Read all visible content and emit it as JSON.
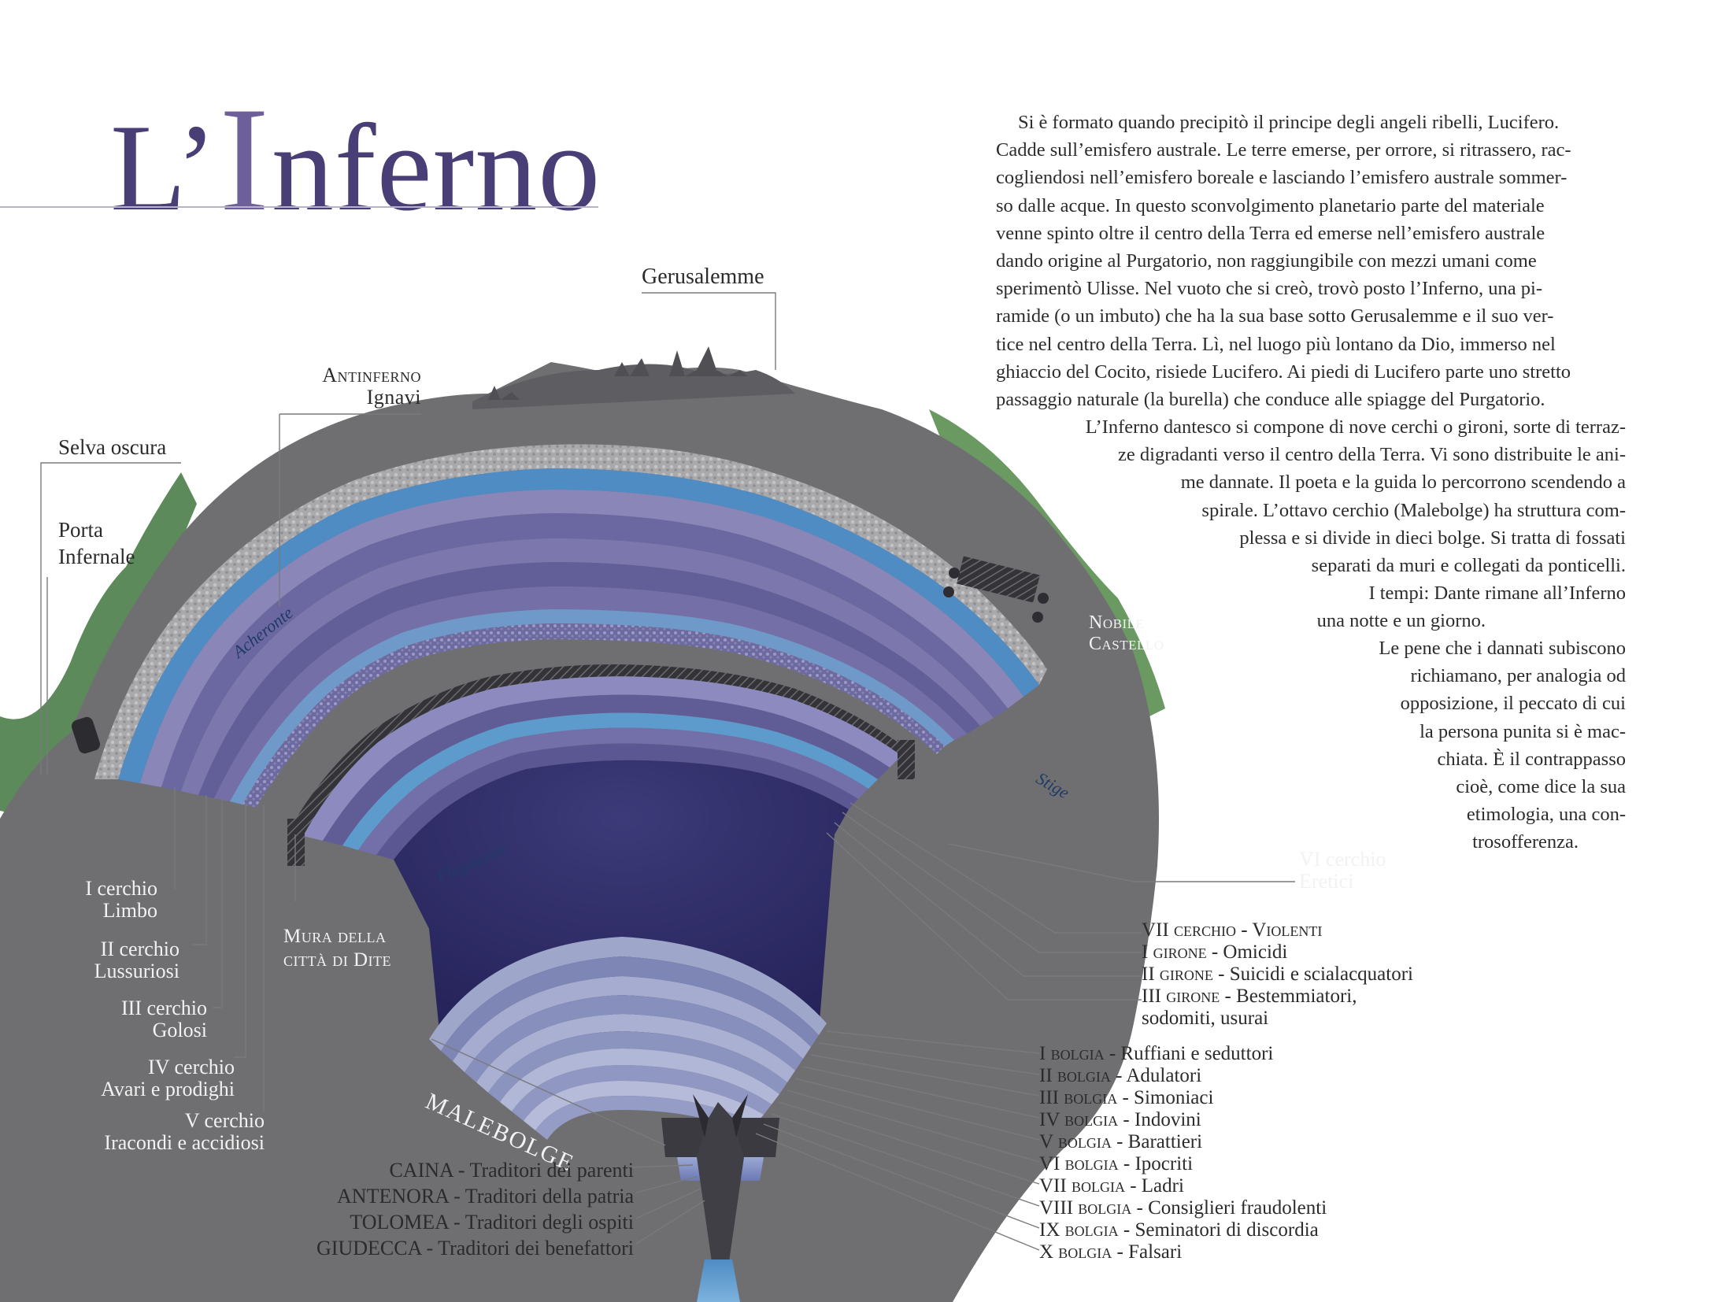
{
  "title": {
    "prefix": "L’",
    "initial": "I",
    "rest": "nferno"
  },
  "intro_lines": [
    "Si è formato quando precipitò il principe degli angeli ribelli, Lucifero.",
    "Cadde sull’emisfero australe. Le terre emerse, per orrore, si ritrassero, rac-",
    "cogliendosi nell’emisfero boreale e lasciando l’emisfero australe sommer-",
    "so dalle acque. In questo sconvolgimento planetario parte del materiale",
    "venne spinto oltre il centro della Terra ed emerse nell’emisfero australe",
    "dando origine al Purgatorio, non raggiungibile con mezzi umani come",
    "sperimentò Ulisse. Nel vuoto che si creò, trovò posto l’Inferno, una pi-",
    "ramide (o un imbuto) che ha la sua base sotto Gerusalemme e il suo ver-",
    "tice nel centro della Terra. Lì, nel luogo più lontano da Dio, immerso nel",
    "ghiaccio del Cocito, risiede Lucifero. Ai piedi di Lucifero parte uno stretto",
    "passaggio naturale (la burella) che conduce alle spiagge del Purgatorio."
  ],
  "second_lines": [
    "L’Inferno dantesco si compone di nove cerchi o gironi, sorte di terraz-",
    "ze digradanti verso il centro della Terra. Vi sono distribuite le ani-",
    "me dannate. Il poeta e la guida lo percorrono scendendo a",
    "spirale. L’ottavo cerchio (Malebolge) ha struttura com-",
    "plessa e si divide in dieci bolge. Si tratta di fossati",
    "separati da muri e collegati da ponticelli."
  ],
  "tempi_lines": [
    "I tempi: Dante rimane all’Inferno",
    "una notte e un giorno."
  ],
  "pene_lines": [
    "Le pene che i dannati subiscono",
    "richiamano, per analogia od",
    "opposizione, il peccato di cui",
    "la persona punita si è mac-",
    "chiata. È il contrappasso",
    "cioè, come dice la sua",
    "etimologia, una con-",
    "trosofferenza."
  ],
  "places": {
    "gerusalemme": "Gerusalemme",
    "antinferno": "Antinferno",
    "ignavi": "Ignavi",
    "selva": "Selva oscura",
    "porta_1": "Porta",
    "porta_2": "Infernale",
    "nobile_1": "Nobile",
    "nobile_2": "Castello",
    "mura_1": "Mura della",
    "mura_2": "città di Dite",
    "malebolge": "MALEBOLGE"
  },
  "rivers": {
    "acheronte": "Acheronte",
    "stige": "Stige",
    "flegetonte": "Flegetonte"
  },
  "circles_left": [
    {
      "name": "I cerchio",
      "sin": "Limbo"
    },
    {
      "name": "II cerchio",
      "sin": "Lussuriosi"
    },
    {
      "name": "III cerchio",
      "sin": "Golosi"
    },
    {
      "name": "IV cerchio",
      "sin": "Avari e prodighi"
    },
    {
      "name": "V cerchio",
      "sin": "Iracondi e accidiosi"
    }
  ],
  "circle6": {
    "name": "VI cerchio",
    "sin": "Eretici"
  },
  "circle7": {
    "title": "VII cerchio - Violenti",
    "gironi": [
      {
        "name": "I girone",
        "sin": " - Omicidi"
      },
      {
        "name": "II girone",
        "sin": " - Suicidi e scialacquatori"
      },
      {
        "name": "III girone",
        "sin": " - Bestemmiatori,"
      }
    ],
    "extra": "sodomiti, usurai"
  },
  "bolge": [
    {
      "name": "I bolgia",
      "sin": " - Ruffiani e seduttori"
    },
    {
      "name": "II bolgia",
      "sin": " - Adulatori"
    },
    {
      "name": "III bolgia",
      "sin": " - Simoniaci"
    },
    {
      "name": "IV bolgia",
      "sin": " - Indovini"
    },
    {
      "name": "V bolgia",
      "sin": " - Barattieri"
    },
    {
      "name": "VI bolgia",
      "sin": " - Ipocriti"
    },
    {
      "name": "VII bolgia",
      "sin": " - Ladri"
    },
    {
      "name": "VIII bolgia",
      "sin": " - Consiglieri fraudolenti"
    },
    {
      "name": "IX bolgia",
      "sin": " - Seminatori di discordia"
    },
    {
      "name": "X bolgia",
      "sin": " - Falsari"
    }
  ],
  "cocito": [
    {
      "zone": "CAINA",
      "sin": " - Traditori dei parenti"
    },
    {
      "zone": "ANTENORA",
      "sin": " - Traditori della patria"
    },
    {
      "zone": "TOLOMEA",
      "sin": " - Traditori degli ospiti"
    },
    {
      "zone": "GIUDECCA",
      "sin": " - Traditori dei benefattori"
    }
  ],
  "colors": {
    "rock": "#6f6f72",
    "rock_dark": "#58585c",
    "grass": "#5d8a5a",
    "gravel": "#a7a7aa",
    "river": "#5da0cf",
    "ring_a": "#6b67a0",
    "ring_b": "#8a86b8",
    "deep": "#2f2c64",
    "title": "#4a3e76"
  }
}
